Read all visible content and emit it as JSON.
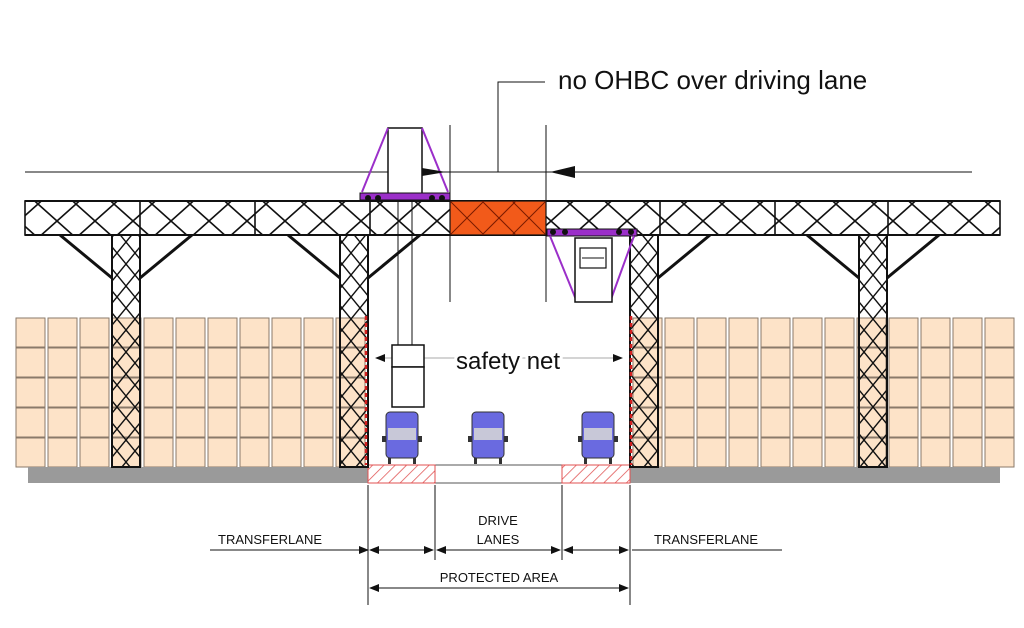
{
  "labels": {
    "callout": "no OHBC over driving lane",
    "safety_net": "safety net",
    "transferlane_left": "TRANSFERLANE",
    "transferlane_right": "TRANSFERLANE",
    "drive_lanes_line1": "DRIVE",
    "drive_lanes_line2": "LANES",
    "protected_area": "PROTECTED AREA"
  },
  "colors": {
    "line": "#111111",
    "container_fill": "#fde3c8",
    "container_stroke": "#8a7a6a",
    "ground": "#9a9a9a",
    "restricted_zone": "#f25a1a",
    "crane": "#9b2fc9",
    "truck": "#6a6ae0",
    "safety_net": "#d32020",
    "hatch": "#e05050"
  },
  "icons": {
    "crane": "overhead-bridge-crane",
    "truck": "truck-front-view",
    "spreader": "container-spreader"
  }
}
